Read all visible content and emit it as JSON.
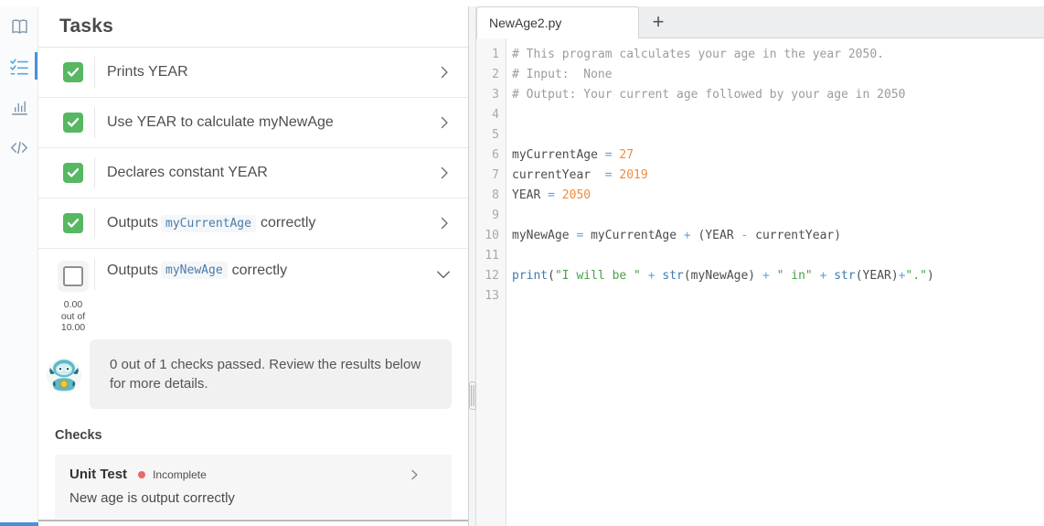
{
  "colors": {
    "accent_blue": "#4a90d9",
    "check_green": "#57b762",
    "status_red": "#e96a6a"
  },
  "sidebar": {
    "icons": [
      {
        "id": "guide",
        "icon": "book-icon",
        "active": false
      },
      {
        "id": "tasks",
        "icon": "checklist-icon",
        "active": true
      },
      {
        "id": "stats",
        "icon": "bar-chart-icon",
        "active": false
      },
      {
        "id": "code",
        "icon": "code-icon",
        "active": false
      }
    ]
  },
  "tasks_panel": {
    "title": "Tasks",
    "tasks": [
      {
        "checked": true,
        "expanded": false,
        "segments": [
          {
            "t": "text",
            "v": "Prints YEAR"
          }
        ]
      },
      {
        "checked": true,
        "expanded": false,
        "segments": [
          {
            "t": "text",
            "v": "Use YEAR to calculate myNewAge"
          }
        ]
      },
      {
        "checked": true,
        "expanded": false,
        "segments": [
          {
            "t": "text",
            "v": "Declares constant YEAR"
          }
        ]
      },
      {
        "checked": true,
        "expanded": false,
        "segments": [
          {
            "t": "text",
            "v": "Outputs"
          },
          {
            "t": "code",
            "v": "myCurrentAge"
          },
          {
            "t": "text",
            "v": "correctly"
          }
        ]
      },
      {
        "checked": false,
        "expanded": true,
        "score": [
          "0.00",
          "out of",
          "10.00"
        ],
        "segments": [
          {
            "t": "text",
            "v": "Outputs"
          },
          {
            "t": "code",
            "v": "myNewAge"
          },
          {
            "t": "text",
            "v": "correctly"
          }
        ]
      }
    ],
    "feedback": "0 out of 1 checks passed. Review the results below for more details.",
    "checks_heading": "Checks",
    "check": {
      "name": "Unit Test",
      "status": "Incomplete",
      "description": "New age is output correctly"
    }
  },
  "editor": {
    "tab_label": "NewAge2.py",
    "new_tab_label": "+",
    "code_lines": [
      [
        [
          "comment",
          "# This program calculates your age in the year 2050."
        ]
      ],
      [
        [
          "comment",
          "# Input:  None"
        ]
      ],
      [
        [
          "comment",
          "# Output: Your current age followed by your age in 2050"
        ]
      ],
      [],
      [],
      [
        [
          "plain",
          "myCurrentAge "
        ],
        [
          "op",
          "="
        ],
        [
          "plain",
          " "
        ],
        [
          "num",
          "27"
        ]
      ],
      [
        [
          "plain",
          "currentYear  "
        ],
        [
          "op",
          "="
        ],
        [
          "plain",
          " "
        ],
        [
          "num",
          "2019"
        ]
      ],
      [
        [
          "plain",
          "YEAR "
        ],
        [
          "op",
          "="
        ],
        [
          "plain",
          " "
        ],
        [
          "num",
          "2050"
        ]
      ],
      [],
      [
        [
          "plain",
          "myNewAge "
        ],
        [
          "op",
          "="
        ],
        [
          "plain",
          " myCurrentAge "
        ],
        [
          "op",
          "+"
        ],
        [
          "plain",
          " (YEAR "
        ],
        [
          "op",
          "-"
        ],
        [
          "plain",
          " currentYear)"
        ]
      ],
      [],
      [
        [
          "kw",
          "print"
        ],
        [
          "plain",
          "("
        ],
        [
          "str",
          "\"I will be \""
        ],
        [
          "plain",
          " "
        ],
        [
          "op",
          "+"
        ],
        [
          "plain",
          " "
        ],
        [
          "kw",
          "str"
        ],
        [
          "plain",
          "(myNewAge) "
        ],
        [
          "op",
          "+"
        ],
        [
          "plain",
          " "
        ],
        [
          "str",
          "\" in\""
        ],
        [
          "plain",
          " "
        ],
        [
          "op",
          "+"
        ],
        [
          "plain",
          " "
        ],
        [
          "kw",
          "str"
        ],
        [
          "plain",
          "(YEAR)"
        ],
        [
          "op",
          "+"
        ],
        [
          "str",
          "\".\""
        ],
        [
          "plain",
          ")"
        ]
      ],
      []
    ]
  }
}
